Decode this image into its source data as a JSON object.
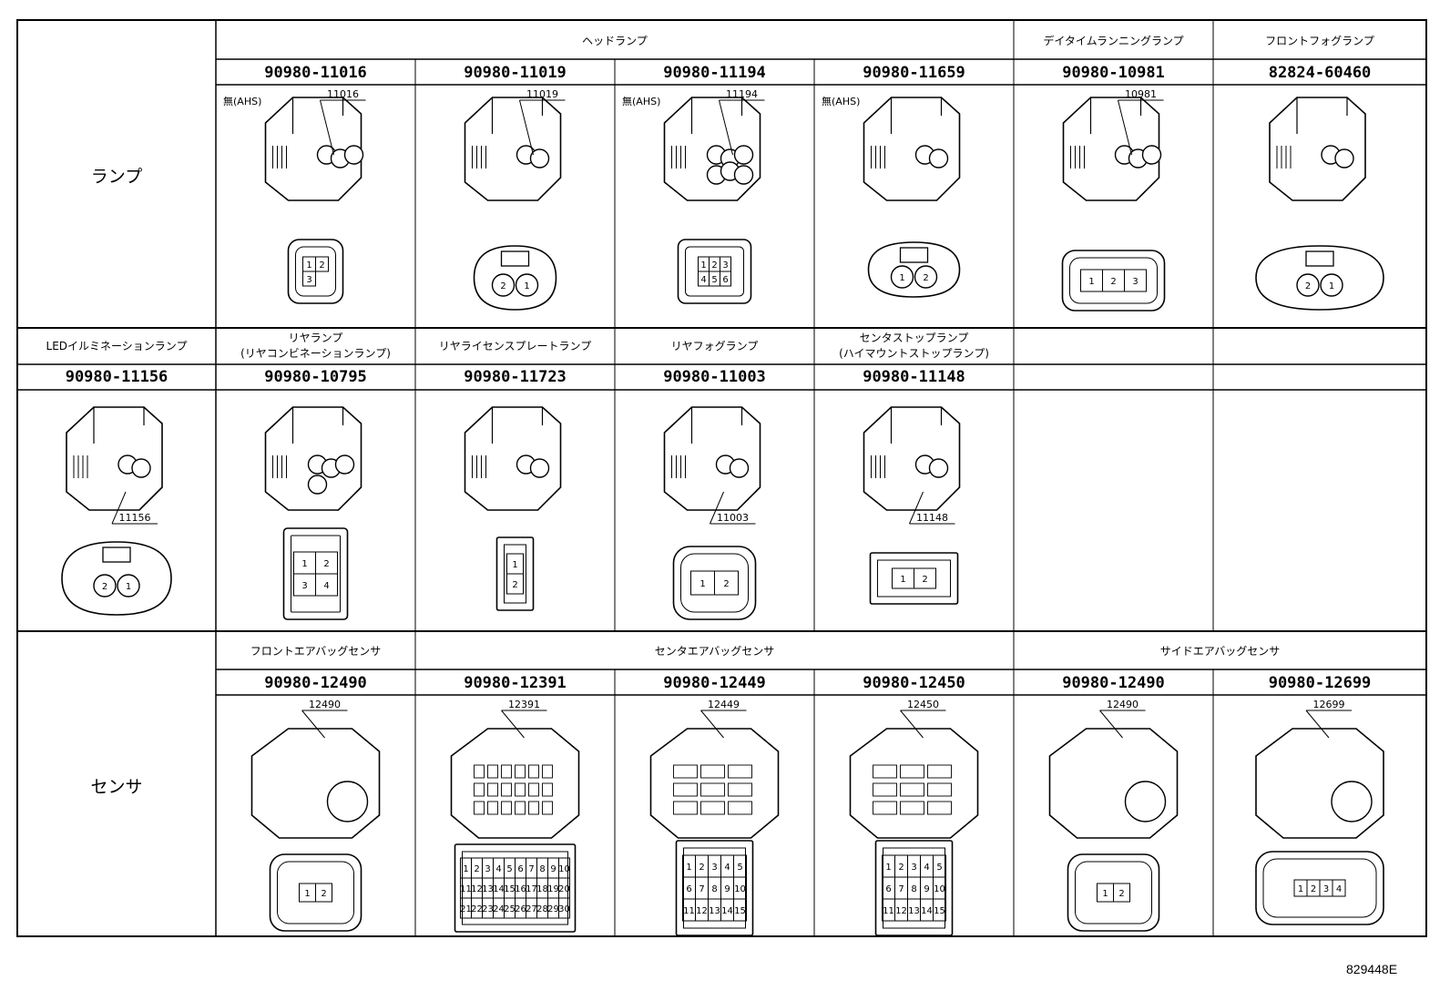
{
  "rows": [
    {
      "category": "ランプ",
      "groups": [
        {
          "label": "ヘッドランプ",
          "span": 4
        },
        {
          "label": "デイタイムランニングランプ",
          "span": 1
        },
        {
          "label": "フロントフォグランプ",
          "span": 1
        }
      ],
      "cells": [
        {
          "part": "90980-11016",
          "callout": "11016",
          "note": "無(AHS)",
          "pins": [
            "1",
            "2",
            "3"
          ]
        },
        {
          "part": "90980-11019",
          "callout": "11019",
          "note": "",
          "pins": [
            "2",
            "1"
          ]
        },
        {
          "part": "90980-11194",
          "callout": "11194",
          "note": "無(AHS)",
          "pins": [
            "1",
            "2",
            "3",
            "4",
            "5",
            "6"
          ]
        },
        {
          "part": "90980-11659",
          "callout": "",
          "note": "無(AHS)",
          "pins": [
            "1",
            "2"
          ]
        },
        {
          "part": "90980-10981",
          "callout": "10981",
          "note": "",
          "pins": [
            "1",
            "2",
            "3"
          ]
        },
        {
          "part": "82824-60460",
          "callout": "",
          "note": "",
          "pins": [
            "2",
            "1"
          ]
        }
      ]
    },
    {
      "headers": [
        {
          "label": "LEDイルミネーションランプ",
          "label2": ""
        },
        {
          "label": "リヤランプ",
          "label2": "(リヤコンビネーションランプ)"
        },
        {
          "label": "リヤライセンスプレートランプ",
          "label2": ""
        },
        {
          "label": "リヤフォグランプ",
          "label2": ""
        },
        {
          "label": "センタストップランプ",
          "label2": "(ハイマウントストップランプ)"
        }
      ],
      "cells": [
        {
          "part": "90980-11156",
          "callout": "11156",
          "pins": [
            "2",
            "1"
          ]
        },
        {
          "part": "90980-10795",
          "callout": "",
          "pins": [
            "1",
            "2",
            "3",
            "4"
          ]
        },
        {
          "part": "90980-11723",
          "callout": "",
          "pins": [
            "1",
            "2"
          ]
        },
        {
          "part": "90980-11003",
          "callout": "11003",
          "pins": [
            "1",
            "2"
          ]
        },
        {
          "part": "90980-11148",
          "callout": "11148",
          "pins": [
            "1",
            "2"
          ]
        }
      ]
    },
    {
      "category": "センサ",
      "groups": [
        {
          "label": "フロントエアバッグセンサ",
          "span": 1
        },
        {
          "label": "センタエアバッグセンサ",
          "span": 3
        },
        {
          "label": "サイドエアバッグセンサ",
          "span": 2
        }
      ],
      "cells": [
        {
          "part": "90980-12490",
          "callout": "12490",
          "pin_count": 2
        },
        {
          "part": "90980-12391",
          "callout": "12391",
          "pin_count": 30
        },
        {
          "part": "90980-12449",
          "callout": "12449",
          "pin_count": 15
        },
        {
          "part": "90980-12450",
          "callout": "12450",
          "pin_count": 15
        },
        {
          "part": "90980-12490",
          "callout": "12490",
          "pin_count": 2
        },
        {
          "part": "90980-12699",
          "callout": "12699",
          "pin_count": 4
        }
      ]
    }
  ],
  "footer": "829448E"
}
